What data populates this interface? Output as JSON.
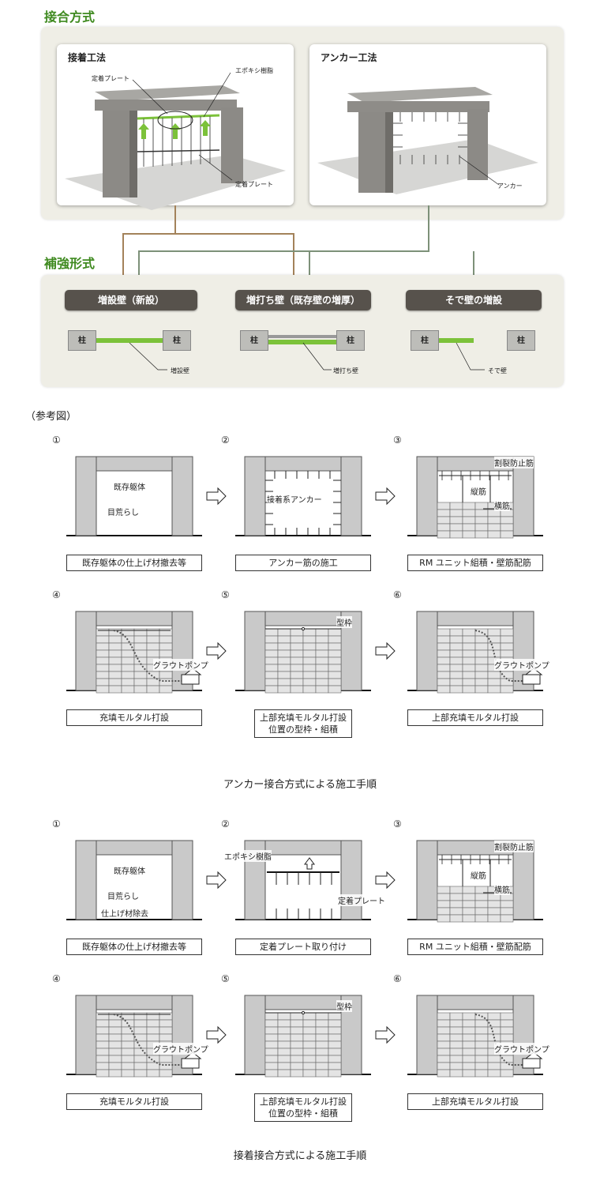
{
  "sections": {
    "joining_title": "接合方式",
    "reinforce_title": "補強形式",
    "reference": "（参考図）"
  },
  "methods": [
    {
      "title": "接着工法",
      "labels": [
        "定着プレート",
        "エポキシ樹脂",
        "定着プレート"
      ]
    },
    {
      "title": "アンカー工法",
      "labels": [
        "アンカー"
      ]
    }
  ],
  "forms": [
    {
      "label": "増設壁（新設）",
      "col": "柱",
      "note": "増設壁"
    },
    {
      "label": "増打ち壁（既存壁の増厚）",
      "col": "柱",
      "note": "増打ち壁"
    },
    {
      "label": "そで壁の増設",
      "col": "柱",
      "note": "そで壁"
    }
  ],
  "anchor_seq": {
    "caption": "アンカー接合方式による施工手順",
    "steps": [
      {
        "num": "①",
        "text": "既存躯体の仕上げ材撤去等",
        "labels": [
          "既存躯体",
          "目荒らし"
        ]
      },
      {
        "num": "②",
        "text": "アンカー筋の施工",
        "labels": [
          "接着系アンカー"
        ]
      },
      {
        "num": "③",
        "text": "RM ユニット組積・壁筋配筋",
        "labels": [
          "割裂防止筋",
          "縦筋",
          "横筋"
        ]
      },
      {
        "num": "④",
        "text": "充填モルタル打設",
        "labels": [
          "グラウトポンプ"
        ]
      },
      {
        "num": "⑤",
        "text": "上部充填モルタル打設位置の型枠・組積",
        "labels": [
          "型枠"
        ]
      },
      {
        "num": "⑥",
        "text": "上部充填モルタル打設",
        "labels": [
          "グラウトポンプ"
        ]
      }
    ]
  },
  "adhesive_seq": {
    "caption": "接着接合方式による施工手順",
    "steps": [
      {
        "num": "①",
        "text": "既存躯体の仕上げ材撤去等",
        "labels": [
          "既存躯体",
          "目荒らし",
          "仕上げ材除去"
        ]
      },
      {
        "num": "②",
        "text": "定着プレート取り付け",
        "labels": [
          "エポキシ樹脂",
          "定着プレート"
        ]
      },
      {
        "num": "③",
        "text": "RM ユニット組積・壁筋配筋",
        "labels": [
          "割裂防止筋",
          "縦筋",
          "横筋"
        ]
      },
      {
        "num": "④",
        "text": "充填モルタル打設",
        "labels": [
          "グラウトポンプ"
        ]
      },
      {
        "num": "⑤",
        "text": "上部充填モルタル打設位置の型枠・組積",
        "labels": [
          "型枠"
        ]
      },
      {
        "num": "⑥",
        "text": "上部充填モルタル打設",
        "labels": [
          "グラウトポンプ"
        ]
      }
    ]
  },
  "colors": {
    "green": "#3f8a20",
    "brown": "#a3825a",
    "gray_green": "#7d9179",
    "pill": "#57524c"
  }
}
